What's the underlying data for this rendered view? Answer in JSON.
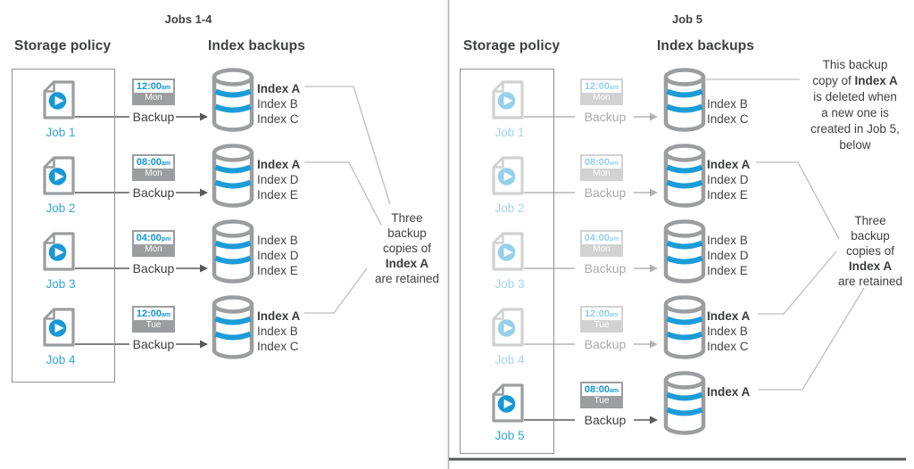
{
  "colors": {
    "accent_blue": "#1898d5",
    "icon_gray": "#9c9d9f",
    "dark_text": "#414042",
    "job_blue": "#31a5dc",
    "arrow_dark": "#58595b",
    "leader_gray": "#bcbdbf"
  },
  "panels": [
    {
      "title": "Jobs 1-4",
      "storage_heading": "Storage policy",
      "backups_heading": "Index backups",
      "rows": [
        {
          "job": "Job 1",
          "time": "12:00",
          "meridiem": "am",
          "day": "Mon",
          "backup_label": "Backup",
          "indexes": [
            "Index A",
            "Index B",
            "Index C"
          ]
        },
        {
          "job": "Job 2",
          "time": "08:00",
          "meridiem": "am",
          "day": "Mon",
          "backup_label": "Backup",
          "indexes": [
            "Index A",
            "Index D",
            "Index E"
          ]
        },
        {
          "job": "Job 3",
          "time": "04:00",
          "meridiem": "pm",
          "day": "Mon",
          "backup_label": "Backup",
          "indexes": [
            "Index B",
            "Index D",
            "Index E"
          ]
        },
        {
          "job": "Job 4",
          "time": "12:00",
          "meridiem": "am",
          "day": "Tue",
          "backup_label": "Backup",
          "indexes": [
            "Index A",
            "Index B",
            "Index C"
          ]
        }
      ],
      "retained": [
        "Three",
        "backup",
        "copies of",
        "Index A",
        "are retained"
      ]
    },
    {
      "title": "Job 5",
      "storage_heading": "Storage policy",
      "backups_heading": "Index backups",
      "rows": [
        {
          "job": "Job 1",
          "time": "12:00",
          "meridiem": "am",
          "day": "Mon",
          "backup_label": "Backup",
          "indexes": [
            "Index B",
            "Index C"
          ]
        },
        {
          "job": "Job 2",
          "time": "08:00",
          "meridiem": "am",
          "day": "Mon",
          "backup_label": "Backup",
          "indexes": [
            "Index A",
            "Index D",
            "Index E"
          ]
        },
        {
          "job": "Job 3",
          "time": "04:00",
          "meridiem": "pm",
          "day": "Mon",
          "backup_label": "Backup",
          "indexes": [
            "Index B",
            "Index D",
            "Index E"
          ]
        },
        {
          "job": "Job 4",
          "time": "12:00",
          "meridiem": "am",
          "day": "Tue",
          "backup_label": "Backup",
          "indexes": [
            "Index A",
            "Index B",
            "Index C"
          ]
        },
        {
          "job": "Job 5",
          "time": "08:00",
          "meridiem": "am",
          "day": "Tue",
          "backup_label": "Backup",
          "indexes": [
            "Index A"
          ]
        }
      ],
      "retained": [
        "Three",
        "backup",
        "copies of",
        "Index A",
        "are retained"
      ],
      "deleted": {
        "l1": "This backup",
        "l2a": "copy of ",
        "l2b": "Index A",
        "l3": "is deleted when",
        "l4": "a new one is",
        "l5": "created in Job 5,",
        "l6": "below"
      }
    }
  ]
}
